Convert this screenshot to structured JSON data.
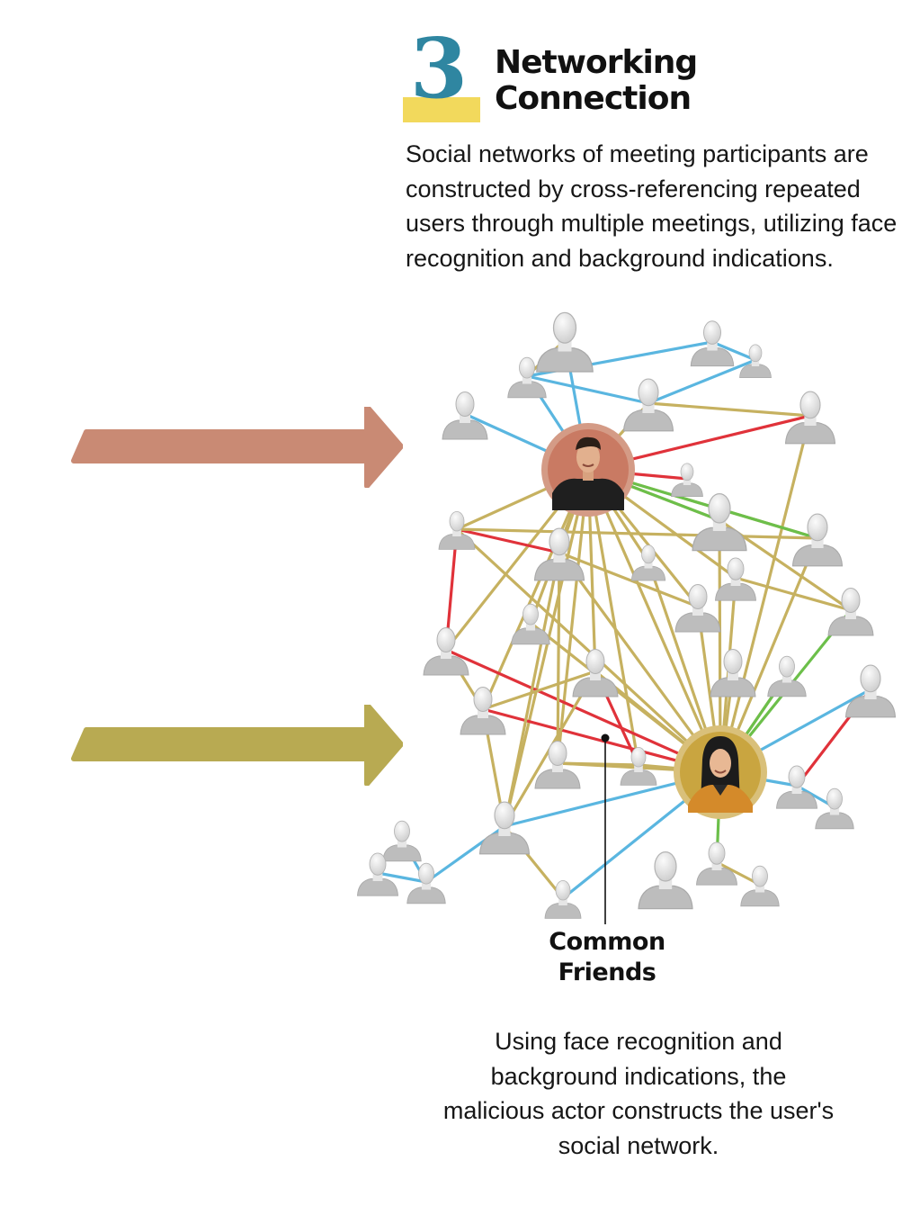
{
  "step": {
    "number": "3",
    "title_line1": "Networking",
    "title_line2": "Connection",
    "number_color": "#2f86a1",
    "underline_color": "#f2d95c"
  },
  "intro_text": "Social networks of meeting participants are constructed by cross-referencing repeated users through multiple meetings, utilizing face recognition and background indications.",
  "arrows": [
    {
      "name": "incoming-arrow-top",
      "color": "#c98a74"
    },
    {
      "name": "incoming-arrow-bottom",
      "color": "#b8aa52"
    }
  ],
  "network": {
    "edge_colors": {
      "blue": "#5ab6e0",
      "olive": "#c6b160",
      "red": "#e0323a",
      "green": "#6cbf4a"
    },
    "node_icon": "person-bust-icon",
    "hub_male_icon": "male-user-avatar-icon",
    "hub_female_icon": "female-user-avatar-icon"
  },
  "callout": {
    "line1": "Common",
    "line2": "Friends"
  },
  "caption_text": "Using face recognition and background indications, the malicious actor constructs the user's social network."
}
